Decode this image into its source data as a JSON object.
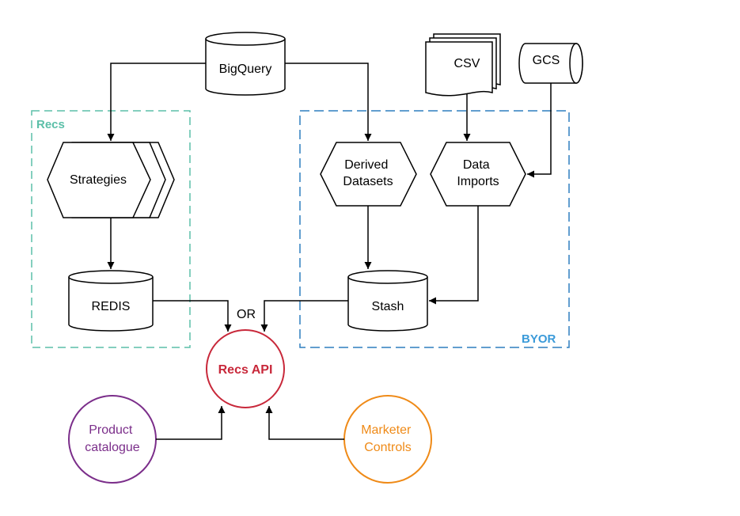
{
  "groups": {
    "recs": {
      "label": "Recs",
      "color": "#5bbfa8"
    },
    "byor": {
      "label": "BYOR",
      "color": "#3a9ad9"
    }
  },
  "nodes": {
    "bigquery": "BigQuery",
    "csv": "CSV",
    "gcs": "GCS",
    "strategies": "Strategies",
    "derived_datasets": [
      "Derived",
      "Datasets"
    ],
    "data_imports": [
      "Data",
      "Imports"
    ],
    "redis": "REDIS",
    "stash": "Stash",
    "recs_api": "Recs API",
    "product_catalogue": [
      "Product",
      "catalogue"
    ],
    "marketer_controls": [
      "Marketer",
      "Controls"
    ]
  },
  "edge_labels": {
    "or": "OR"
  },
  "colors": {
    "recs_api": "#c8283a",
    "product_catalogue": "#7b2e8a",
    "marketer_controls": "#ef8a17"
  }
}
